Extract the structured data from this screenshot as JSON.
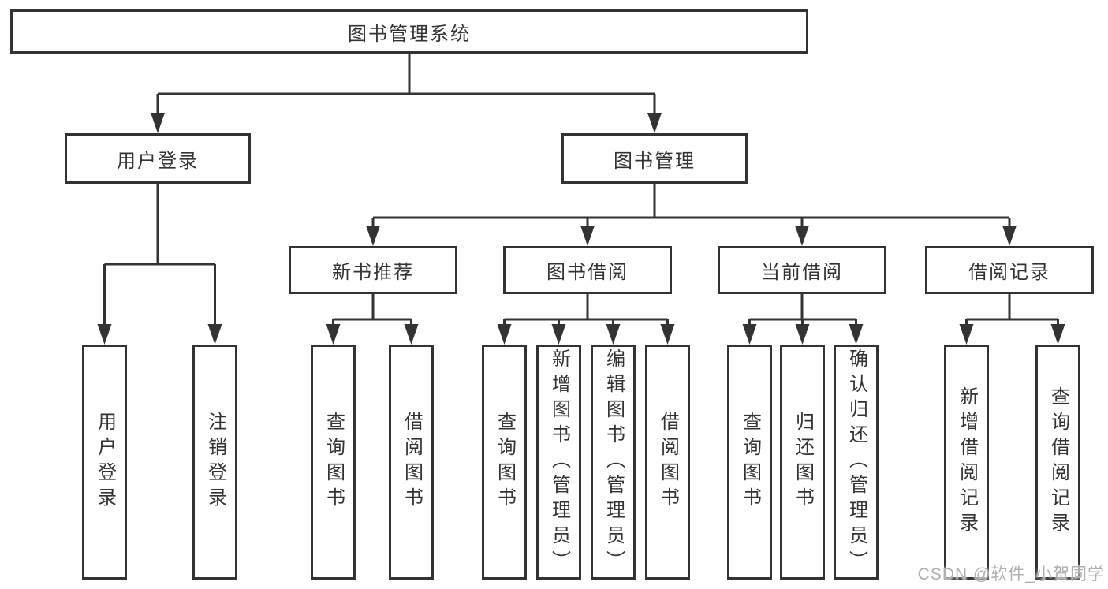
{
  "tree": {
    "root": {
      "label": "图书管理系统"
    },
    "branches": [
      {
        "label": "用户登录",
        "children": [
          {
            "label": "用户登录"
          },
          {
            "label": "注销登录"
          }
        ]
      },
      {
        "label": "图书管理",
        "children": [
          {
            "label": "新书推荐",
            "children": [
              {
                "label": "查询图书"
              },
              {
                "label": "借阅图书"
              }
            ]
          },
          {
            "label": "图书借阅",
            "children": [
              {
                "label": "查询图书"
              },
              {
                "label": "新增图书（管理员）"
              },
              {
                "label": "编辑图书（管理员）"
              },
              {
                "label": "借阅图书"
              }
            ]
          },
          {
            "label": "当前借阅",
            "children": [
              {
                "label": "查询图书"
              },
              {
                "label": "归还图书"
              },
              {
                "label": "确认归还（管理员）"
              }
            ]
          },
          {
            "label": "借阅记录",
            "children": [
              {
                "label": "新增借阅记录"
              },
              {
                "label": "查询借阅记录"
              }
            ]
          }
        ]
      }
    ]
  },
  "watermark": {
    "text": "CSDN @软件_小贺同学"
  },
  "colors": {
    "line": "#333333",
    "text": "#333333",
    "watermark": "#b0b0b0",
    "background": "#ffffff"
  }
}
